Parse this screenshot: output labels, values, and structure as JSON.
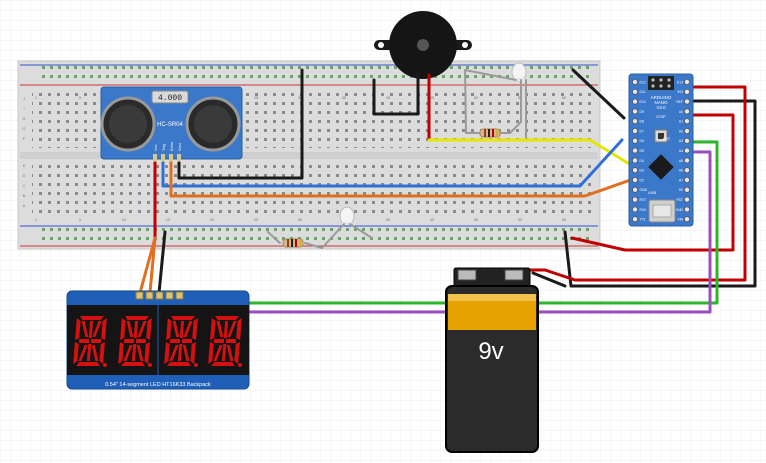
{
  "sensor": {
    "display": "4.000",
    "model": "HC-SR04",
    "pins": [
      "Vcc",
      "Trig",
      "Echo",
      "Gnd"
    ]
  },
  "arduino": {
    "line1": "ARDUINO",
    "line2": "NANO",
    "line3": "V3.0",
    "icsp": "ICSP",
    "usb": "USB",
    "rst": "RST",
    "left_pins": [
      "D12",
      "D11",
      "D10",
      "D9",
      "D8",
      "D7",
      "D6",
      "D5",
      "D4",
      "D3",
      "D2",
      "GND",
      "RST",
      "RX0",
      "TX1"
    ],
    "right_pins": [
      "D13",
      "3V3",
      "REF",
      "A0",
      "A1",
      "A2",
      "A3",
      "A4",
      "A5",
      "A6",
      "A7",
      "5V",
      "RST",
      "GND",
      "VIN"
    ]
  },
  "display14": {
    "caption": "0.54\" 14-segment LED HT16K33 Backpack"
  },
  "battery": {
    "label": "9v"
  },
  "breadboard": {
    "columns": [
      "1",
      "5",
      "10",
      "15",
      "20",
      "25",
      "30",
      "35",
      "40",
      "45",
      "50",
      "55",
      "60"
    ],
    "rows": [
      "J",
      "I",
      "H",
      "G",
      "F",
      "E",
      "D",
      "C",
      "B",
      "A"
    ]
  },
  "colors": {
    "wire_red": "#c00000",
    "wire_black": "#1a1a1a",
    "wire_blue": "#2f6fd6",
    "wire_orange": "#e07020",
    "wire_yellow": "#e6e600",
    "wire_green": "#2db52d",
    "wire_purple": "#9b4fbf",
    "wire_gray": "#9a9a9a",
    "module_blue": "#3b78c9",
    "led_red": "#d51010"
  }
}
